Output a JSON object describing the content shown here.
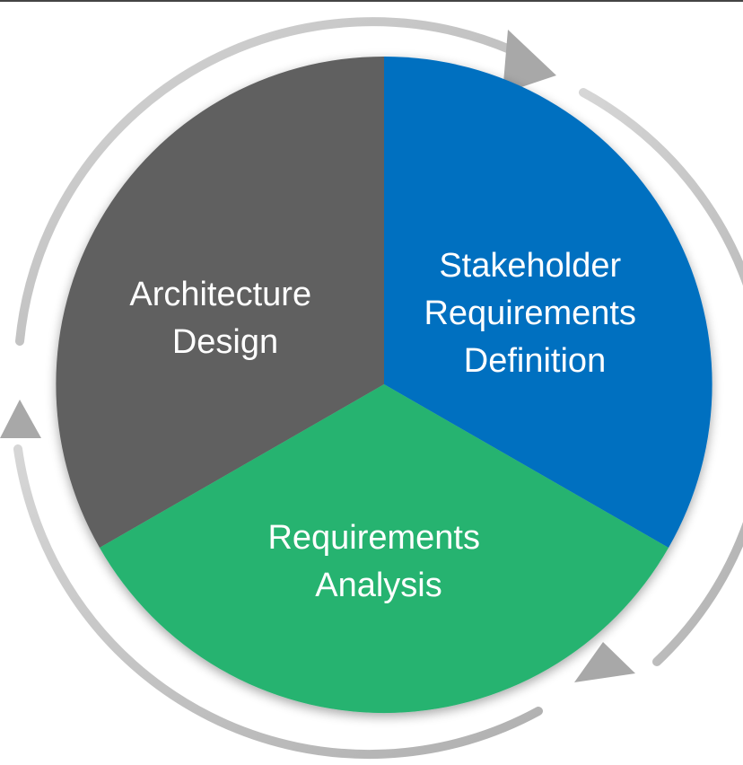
{
  "diagram": {
    "segments": [
      {
        "id": "architecture",
        "lines": [
          "Architecture",
          "Design"
        ],
        "color": "#616161"
      },
      {
        "id": "stakeholder",
        "lines": [
          "Stakeholder",
          "Requirements",
          "Definition"
        ],
        "color": "#0070C0"
      },
      {
        "id": "analysis",
        "lines": [
          "Requirements",
          "Analysis"
        ],
        "color": "#25B36F"
      }
    ],
    "ring_color": "#BDBDBD",
    "ring_arrow_color": "#A8A8A8",
    "direction": "clockwise"
  }
}
